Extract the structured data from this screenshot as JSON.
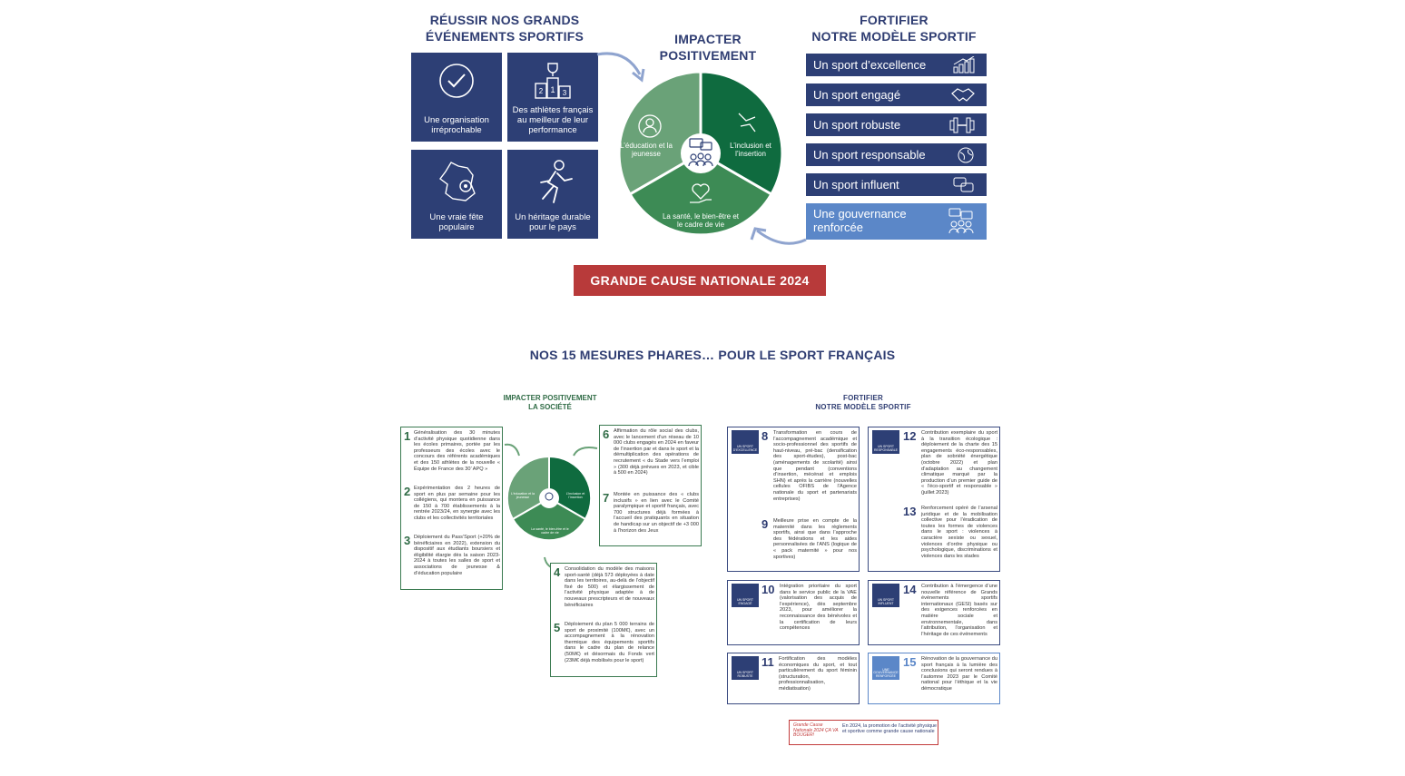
{
  "top": {
    "left_title": [
      "RÉUSSIR NOS GRANDS",
      "ÉVÉNEMENTS SPORTIFS"
    ],
    "tiles": [
      {
        "label": "Une organisation irréprochable",
        "icon": "check-circle-icon"
      },
      {
        "label": "Des athlètes français au meilleur de leur performance",
        "icon": "podium-icon"
      },
      {
        "label": "Une vraie fête populaire",
        "icon": "france-map-icon"
      },
      {
        "label": "Un héritage durable pour le pays",
        "icon": "runner-icon"
      }
    ],
    "center_title": [
      "IMPACTER",
      "POSITIVEMENT"
    ],
    "wheel": {
      "segments": [
        {
          "label": "L’éducation et la jeunesse",
          "color": "#6aa278"
        },
        {
          "label": "L’inclusion et l’insertion",
          "color": "#0f6b3f"
        },
        {
          "label": "La santé, le bien-être et le cadre de vie",
          "color": "#3d8b55"
        }
      ]
    },
    "right_title": [
      "FORTIFIER",
      "NOTRE MODÈLE SPORTIF"
    ],
    "bars": [
      {
        "label": "Un sport d’excellence",
        "icon": "bar-chart-icon"
      },
      {
        "label": "Un sport engagé",
        "icon": "handshake-icon"
      },
      {
        "label": "Un sport robuste",
        "icon": "dumbbell-icon"
      },
      {
        "label": "Un sport responsable",
        "icon": "globe-leaf-icon"
      },
      {
        "label": "Un sport influent",
        "icon": "speech-bubbles-icon"
      },
      {
        "label": "Une gouvernance renforcée",
        "icon": "people-group-icon"
      }
    ],
    "banner": "GRANDE CAUSE NATIONALE 2024"
  },
  "bottom": {
    "title": "NOS 15 MESURES PHARES… POUR LE SPORT FRANÇAIS",
    "left_heading": [
      "IMPACTER POSITIVEMENT",
      "LA SOCIÉTÉ"
    ],
    "right_heading": [
      "FORTIFIER",
      "NOTRE MODÈLE SPORTIF"
    ],
    "mini_wheel": [
      "L’éducation et la jeunesse",
      "L’inclusion et l’insertion",
      "La santé, le bien-être et le cadre de vie"
    ],
    "measures": [
      {
        "n": "1",
        "text": "Généralisation des 30 minutes d’activité physique quotidienne dans les écoles primaires, portée par les professeurs des écoles avec le concours des référents académiques et des 150 athlètes de la nouvelle « Équipe de France des 30’ APQ »"
      },
      {
        "n": "2",
        "text": "Expérimentation des 2 heures de sport en plus par semaine pour les collégiens, qui montera en puissance de 150 à 700 établissements à la rentrée 2023/24, en synergie avec les clubs et les collectivités territoriales"
      },
      {
        "n": "3",
        "text": "Déploiement du Pass’Sport (+20% de bénéficiaires en 2022), extension du dispositif aux étudiants boursiers et éligibilité élargie dès la saison 2023-2024 à toutes les salles de sport et associations de jeunesse & d’éducation populaire"
      },
      {
        "n": "4",
        "text": "Consolidation du modèle des maisons sport-santé (déjà 573 déployées à date dans les territoires, au-delà de l’objectif fixé de 500) et élargissement de l’activité physique adaptée à de nouveaux prescripteurs et de nouveaux bénéficiaires"
      },
      {
        "n": "5",
        "text": "Déploiement du plan 5 000 terrains de sport de proximité (100M€), avec un accompagnement à la rénovation thermique des équipements sportifs dans le cadre du plan de relance (50M€) et désormais du Fonds vert (23M€ déjà mobilisés pour le sport)"
      },
      {
        "n": "6",
        "text": "Affirmation du rôle social des clubs, avec le lancement d’un réseau de 10 000 clubs engagés en 2024 en faveur de l’insertion par et dans le sport et la démultiplication des opérations de recrutement « du Stade vers l’emploi » (300 déjà prévues en 2023, et cible à 500 en 2024)"
      },
      {
        "n": "7",
        "text": "Montée en puissance des « clubs inclusifs » en lien avec le Comité paralympique et sportif français, avec 700 structures déjà formées à l’accueil des pratiquants en situation de handicap sur un objectif de +3 000 à l’horizon des Jeux"
      },
      {
        "n": "8",
        "text": "Transformation en cours de l’accompagnement académique et socio-professionnel des sportifs de haut-niveau, pré-bac (densification des sport-études), post-bac (aménagements de scolarité) ainsi que pendant (conventions d’insertion, mécénat et emplois SHN) et après la carrière (nouvelles cellules OFIBS de l’Agence nationale du sport et partenariats entreprises)",
        "tag": "UN SPORT D’EXCELLENCE"
      },
      {
        "n": "9",
        "text": "Meilleure prise en compte de la maternité dans les règlements sportifs, ainsi que dans l’approche des fédérations et les aides personnalisées de l’ANS (logique de « pack maternité » pour nos sportives)"
      },
      {
        "n": "10",
        "text": "Intégration prioritaire du sport dans le service public de la VAE (valorisation des acquis de l’expérience), dès septembre 2023, pour améliorer la reconnaissance des bénévoles et la certification de leurs compétences",
        "tag": "UN SPORT ENGAGÉ"
      },
      {
        "n": "11",
        "text": "Fortification des modèles économiques du sport, et tout particulièrement du sport féminin (structuration, professionnalisation, médiatisation)",
        "tag": "UN SPORT ROBUSTE"
      },
      {
        "n": "12",
        "text": "Contribution exemplaire du sport à la transition écologique : déploiement de la charte des 15 engagements éco-responsables, plan de sobriété énergétique (octobre 2022) et plan d’adaptation au changement climatique marqué par la production d’un premier guide de « l’éco-sportif et responsable » (juillet 2023)",
        "tag": "UN SPORT RESPONSABLE"
      },
      {
        "n": "13",
        "text": "Renforcement opéré de l’arsenal juridique et de la mobilisation collective pour l’éradication de toutes les formes de violences dans le sport : violences à caractère sexiste ou sexuel, violences d’ordre physique ou psychologique, discriminations et violences dans les stades"
      },
      {
        "n": "14",
        "text": "Contribution à l’émergence d’une nouvelle référence de Grands événements sportifs internationaux (GESI) basés sur des exigences renforcées en matière sociale et environnementale, dans l’attribution, l’organisation et l’héritage de ces événements",
        "tag": "UN SPORT INFLUENT"
      },
      {
        "n": "15",
        "text": "Rénovation de la gouvernance du sport français à la lumière des conclusions qui seront rendues à l’automne 2023 par le Comité national pour l’éthique et la vie démocratique",
        "tag": "UNE GOUVERNANCE RENFORCÉE"
      }
    ],
    "logo_text": "Grande Cause Nationale 2024 ÇA VA BOUGER!",
    "logo_caption": "En 2024, la promotion de l’activité physique et sportive comme grande cause nationale"
  }
}
